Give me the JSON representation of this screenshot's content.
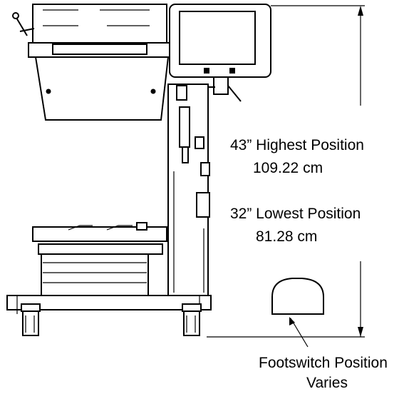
{
  "labels": {
    "highest_position_in": "43” Highest Position",
    "highest_position_cm": "109.22 cm",
    "lowest_position_in": "32” Lowest Position",
    "lowest_position_cm": "81.28 cm",
    "footswitch_line1": "Footswitch Position",
    "footswitch_line2": "Varies"
  },
  "colors": {
    "line": "#000000",
    "background": "#ffffff"
  }
}
